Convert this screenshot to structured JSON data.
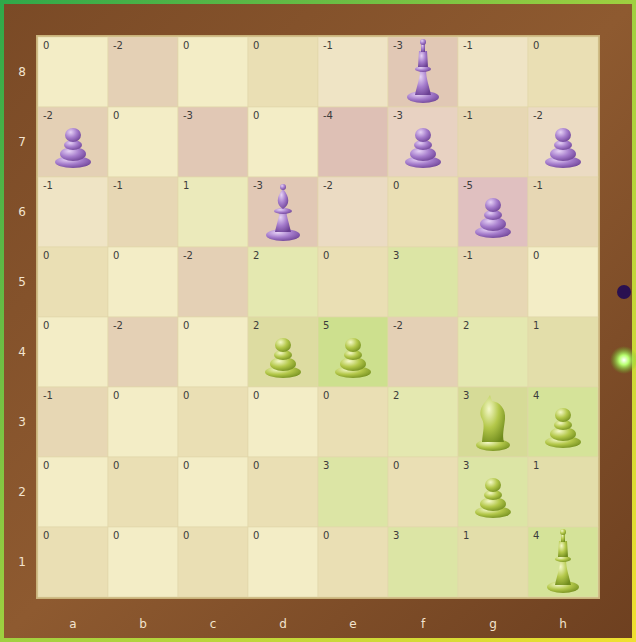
{
  "diagram": {
    "labels": [
      "8",
      "0",
      "-2",
      "0",
      "0",
      "-1",
      "-3",
      "-1",
      "0",
      "7",
      "-2",
      "0",
      "-3",
      "0",
      "-4",
      "-3",
      "-1",
      "-2",
      "6",
      "-1",
      "-1",
      "1",
      "-3",
      "-2",
      "0",
      "-5",
      "-1",
      "5",
      "0",
      "0",
      "-2",
      "2",
      "0",
      "3",
      "-1",
      "0",
      "4",
      "0",
      "-2",
      "0",
      "2",
      "5",
      "-2",
      "2",
      "1",
      "3",
      "-1",
      "0",
      "0",
      "0",
      "0",
      "2",
      "3",
      "4",
      "2",
      "0",
      "0",
      "0",
      "0",
      "3",
      "0",
      "3",
      "1",
      "1",
      "0",
      "0",
      "0",
      "0",
      "0",
      "3",
      "1",
      "4",
      "a",
      "b",
      "c",
      "d",
      "e",
      "f",
      "g",
      "h"
    ]
  }
}
